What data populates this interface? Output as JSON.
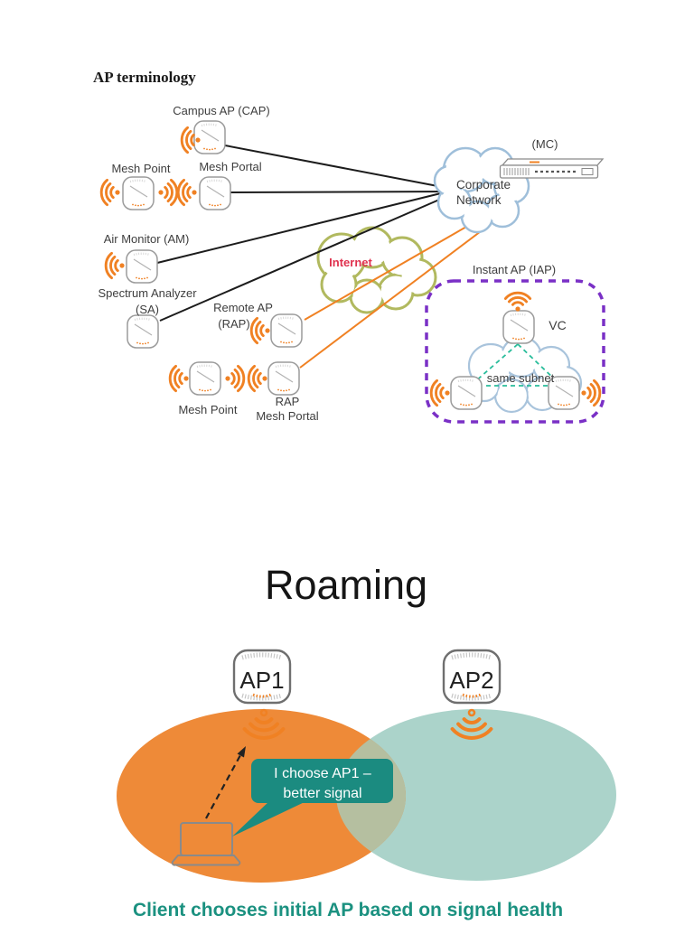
{
  "page": {
    "background": "#ffffff"
  },
  "ap_terminology": {
    "heading": "AP terminology",
    "labels": {
      "campus_ap": "Campus AP (CAP)",
      "mesh_point": "Mesh Point",
      "mesh_portal": "Mesh Portal",
      "air_monitor": "Air Monitor (AM)",
      "spectrum_analyzer": "Spectrum Analyzer",
      "spectrum_analyzer_abbr": "(SA)",
      "remote_ap": "Remote AP",
      "remote_ap_abbr": "(RAP)",
      "mesh_point_2": "Mesh Point",
      "rap": "RAP",
      "rap_mesh_portal": "Mesh Portal",
      "internet": "Internet",
      "corporate_network_line1": "Corporate",
      "corporate_network_line2": "Network",
      "mc": "(MC)",
      "instant_ap": "Instant AP (IAP)",
      "vc": "VC",
      "same_subnet": "same subnet"
    },
    "colors": {
      "wifi_orange": "#F08123",
      "corporate_cloud_stroke": "#9FBFDA",
      "internet_cloud_stroke": "#B1B95F",
      "internet_text": "#E0314E",
      "iap_border_purple": "#7A30C6",
      "subnet_dash_green": "#29BD9B",
      "link_black": "#1C1C1C",
      "link_orange": "#F08123"
    }
  },
  "roaming": {
    "title": "Roaming",
    "ap1_label": "AP1",
    "ap2_label": "AP2",
    "bubble_line1": "I choose AP1 –",
    "bubble_line2": "better signal",
    "caption": "Client chooses initial AP based on signal health",
    "colors": {
      "ap1_coverage": "#EE8A38",
      "ap2_coverage": "#ABD3CA",
      "coverage_overlap": "#B5BFA0",
      "bubble": "#1B8B80",
      "caption_text": "#1B9180"
    }
  },
  "icons": [
    "ap-icon",
    "wifi-icon",
    "cloud-shape",
    "network-controller-icon",
    "laptop-icon",
    "speech-bubble",
    "arrow-icon"
  ]
}
